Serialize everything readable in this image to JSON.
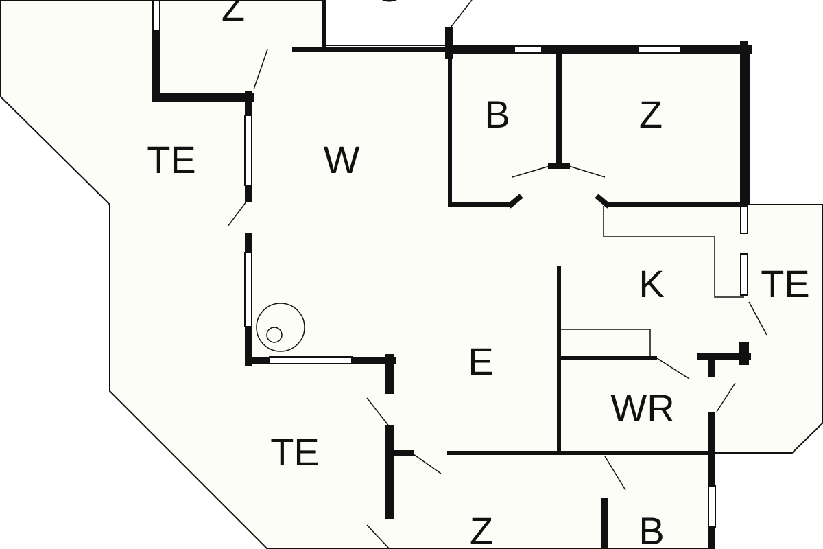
{
  "colors": {
    "background": "#ffffff",
    "floor_fill": "#fcfdf7",
    "wall": "#111111"
  },
  "rooms": {
    "z_top": "Z",
    "g_top": "G",
    "b_upper": "B",
    "z_upper": "Z",
    "te_left": "TE",
    "w_living": "W",
    "k_kitchen": "K",
    "te_right": "TE",
    "e_dining": "E",
    "wr_utility": "WR",
    "te_bottom": "TE",
    "z_bottom": "Z",
    "b_bottom": "B"
  }
}
